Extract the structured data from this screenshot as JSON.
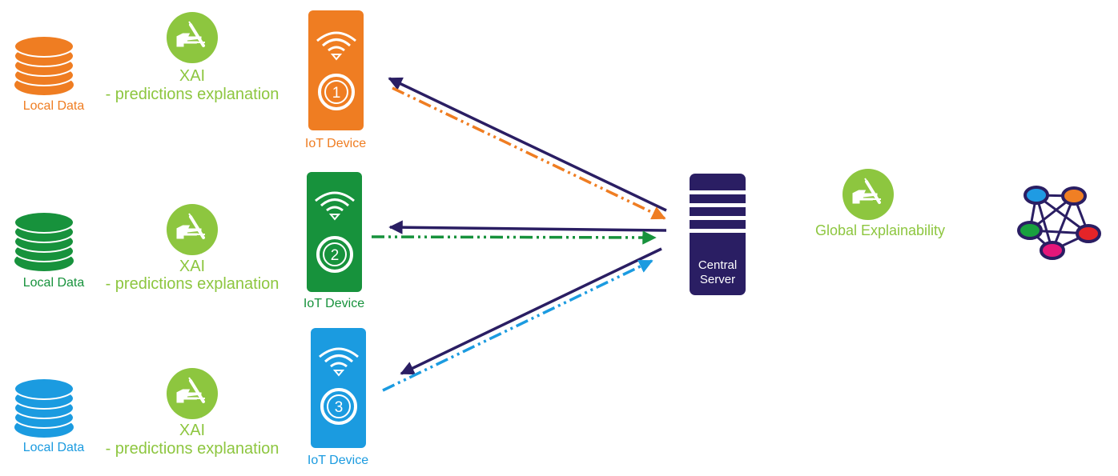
{
  "colors": {
    "orange": "#ef7d22",
    "green": "#17923c",
    "blue": "#1b9be0",
    "navy": "#2a1e63",
    "xai_green": "#8dc63f",
    "node_blue": "#1f9be3",
    "node_orange": "#f07f24",
    "node_green": "#19a03f",
    "node_red": "#e52428",
    "node_pink": "#e5177a"
  },
  "clients": [
    {
      "local_data_label": "Local Data",
      "xai_title": "XAI",
      "xai_subtitle": "- predictions explanation",
      "device_number": "1",
      "device_label": "IoT Device",
      "color_name": "orange"
    },
    {
      "local_data_label": "Local Data",
      "xai_title": "XAI",
      "xai_subtitle": "- predictions explanation",
      "device_number": "2",
      "device_label": "IoT Device",
      "color_name": "green"
    },
    {
      "local_data_label": "Local Data",
      "xai_title": "XAI",
      "xai_subtitle": "- predictions explanation",
      "device_number": "3",
      "device_label": "IoT Device",
      "color_name": "blue"
    }
  ],
  "server": {
    "line1": "Central",
    "line2": "Server"
  },
  "global": {
    "label": "Global Explainability"
  },
  "icons": {
    "database": "database-icon",
    "xai": "hand-writing-icon",
    "wifi": "wifi-icon",
    "network": "network-graph-icon"
  }
}
